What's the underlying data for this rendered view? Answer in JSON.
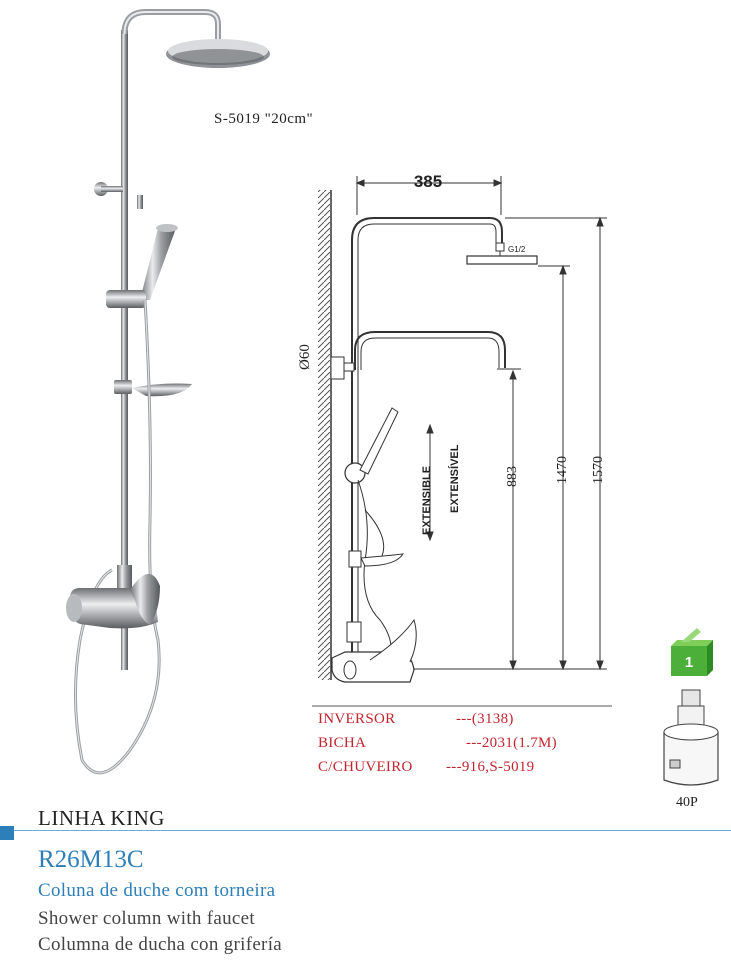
{
  "header": {
    "model_code": "S-5019  \"20cm\""
  },
  "drawing": {
    "dim_width": "385",
    "dim_diameter": "Ø60",
    "dim_height_1": "1570",
    "dim_height_2": "1470",
    "dim_height_3": "883",
    "thread": "G1/2",
    "extensible_1": "EXTENSIBLE",
    "extensible_2": "EXTENSÍVEL"
  },
  "specs": [
    {
      "name": "INVERSOR",
      "value": "---(3138)"
    },
    {
      "name": "BICHA",
      "value": "---2031(1.7M)"
    },
    {
      "name": "C/CHUVEIRO",
      "value": "---916,S-5019"
    }
  ],
  "packaging": {
    "box_number": "1",
    "cartridge_label": "40P"
  },
  "product": {
    "series": "LINHA KING",
    "code": "R26M13C",
    "desc_pt": "Coluna de duche com torneira",
    "desc_en": "Shower column with faucet",
    "desc_es": "Columna de ducha con grifería"
  },
  "colors": {
    "accent_blue": "#2c7fb8",
    "spec_red": "#c0262e",
    "box_green": "#4caf3a"
  }
}
